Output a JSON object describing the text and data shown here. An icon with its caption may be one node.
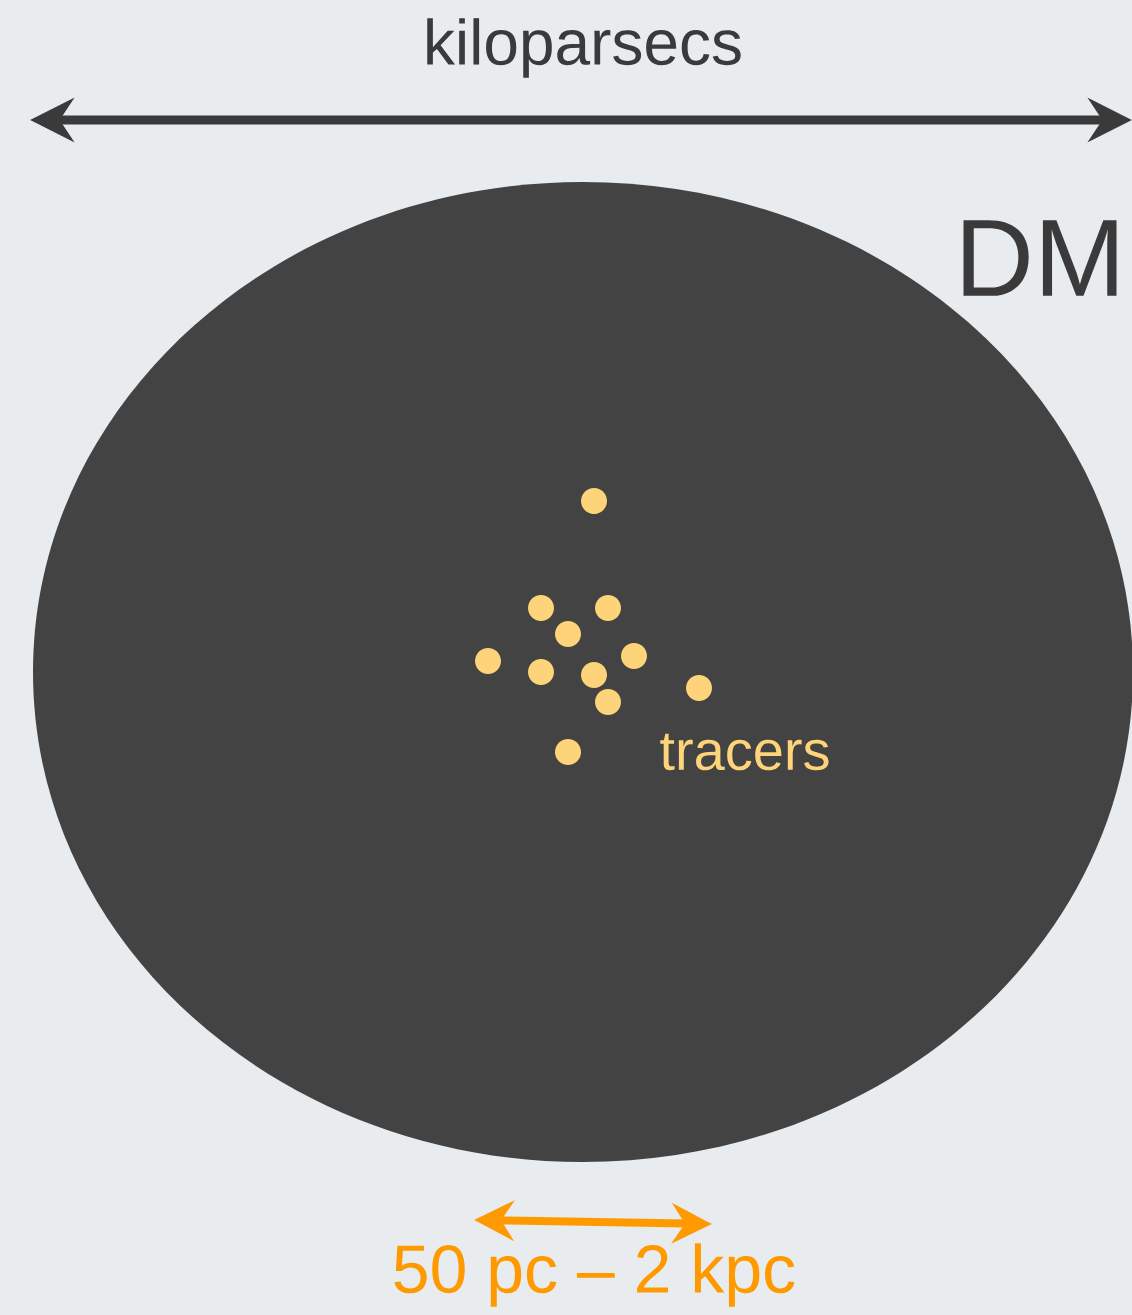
{
  "diagram": {
    "nodes": [
      {
        "text": [
          "DM"
        ]
      }
    ],
    "labels": [
      "kiloparsecs",
      "tracers",
      "50 pc – 2 kpc"
    ]
  }
}
